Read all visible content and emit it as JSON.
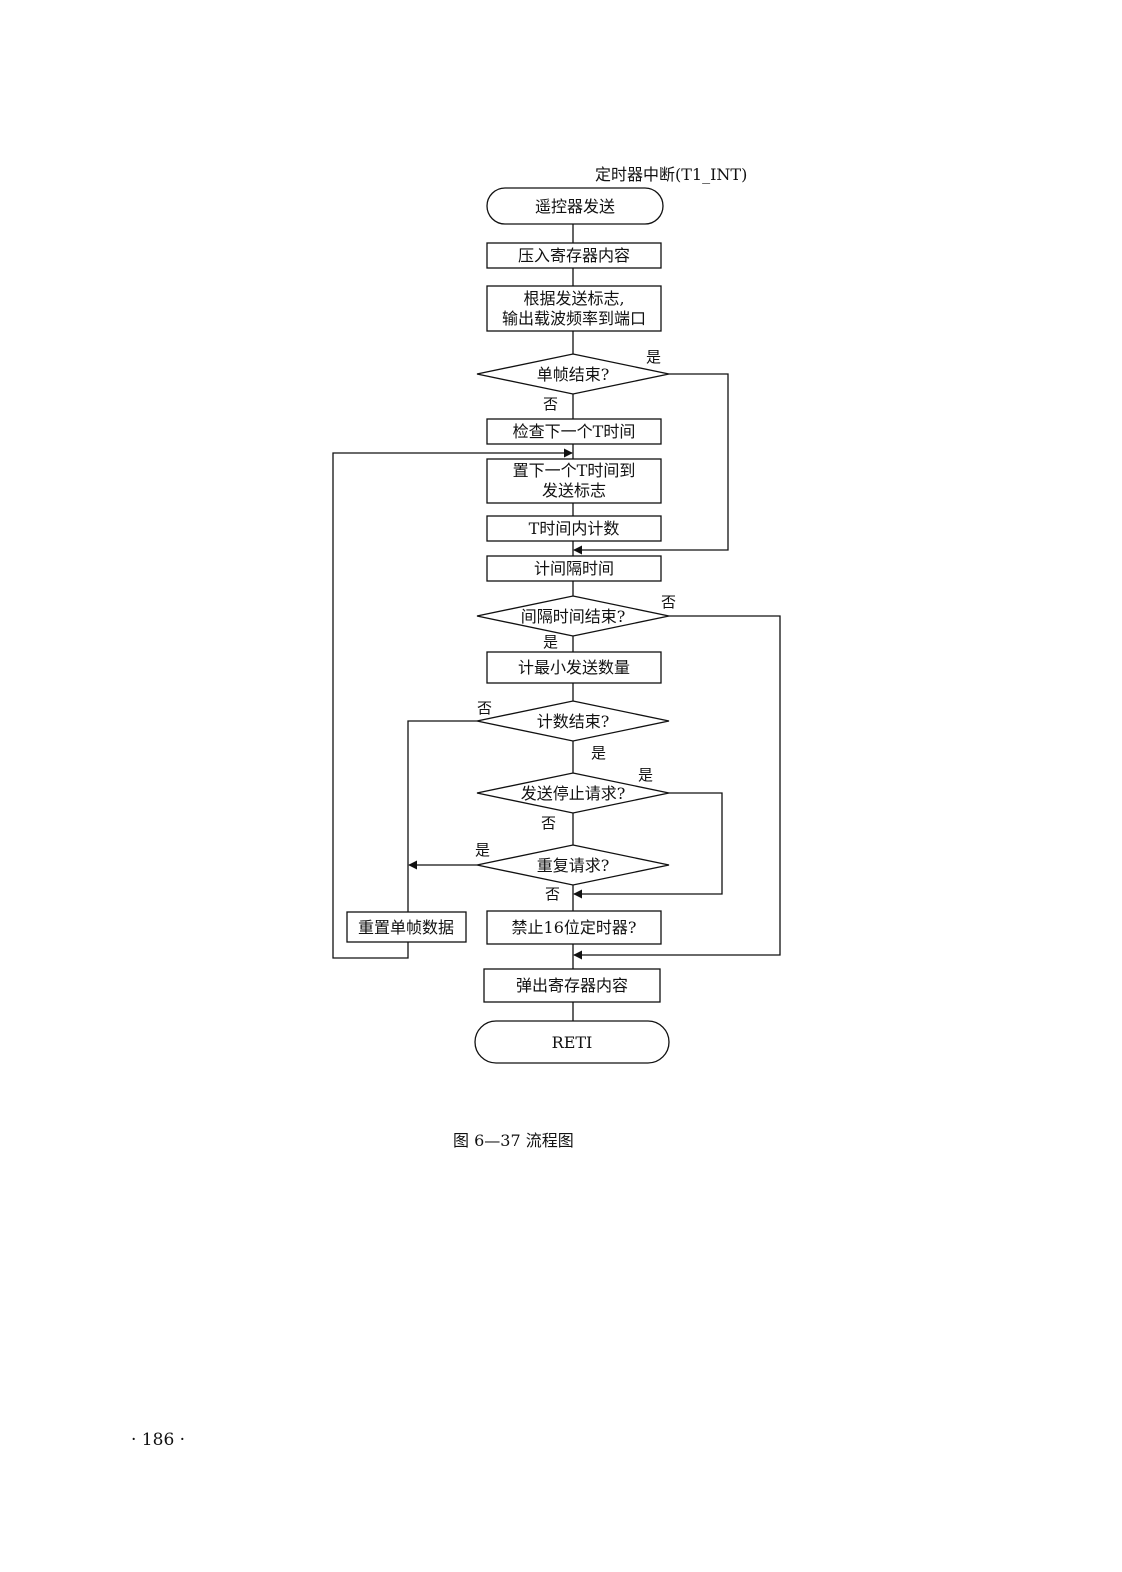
{
  "diagram": {
    "header": "定时器中断(T1_INT)",
    "nodes": {
      "start": "遥控器发送",
      "push": "压入寄存器内容",
      "output_line1": "根据发送标志,",
      "output_line2": "输出载波频率到端口",
      "frame_end": "单帧结束?",
      "check_next": "检查下一个T时间",
      "set_next_line1": "置下一个T时间到",
      "set_next_line2": "发送标志",
      "t_count": "T时间内计数",
      "count_interval": "计间隔时间",
      "interval_end": "间隔时间结束?",
      "count_min": "计最小发送数量",
      "count_end": "计数结束?",
      "stop_req": "发送停止请求?",
      "repeat_req": "重复请求?",
      "disable_timer": "禁止16位定时器?",
      "reset_frame": "重置单帧数据",
      "pop": "弹出寄存器内容",
      "reti": "RETI"
    },
    "labels": {
      "yes": "是",
      "no": "否"
    }
  },
  "caption": "图 6—37 流程图",
  "page_number": "· 186 ·"
}
